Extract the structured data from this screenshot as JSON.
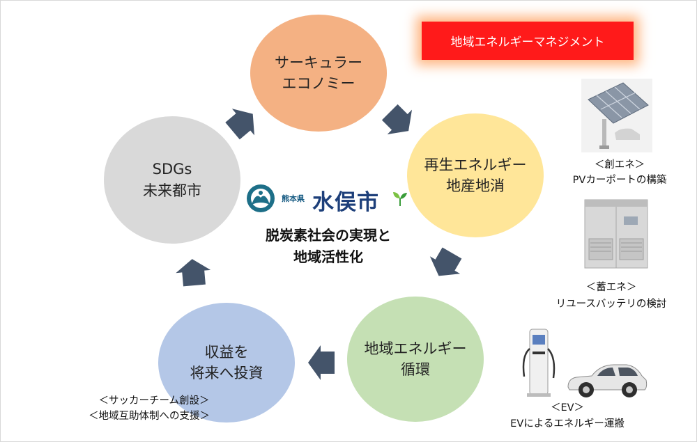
{
  "management_label": "地域エネルギーマネジメント",
  "cycle_nodes": [
    {
      "label": "サーキュラー\nエコノミー",
      "color": "#f4b183"
    },
    {
      "label": "再生エネルギー\n地産地消",
      "color": "#ffe699"
    },
    {
      "label": "地域エネルギー\n循環",
      "color": "#c5e0b4"
    },
    {
      "label": "収益を\n将来へ投資",
      "color": "#b4c7e7"
    },
    {
      "label": "SDGs\n未来都市",
      "color": "#d9d9d9"
    }
  ],
  "arrow_color": "#44546a",
  "city": {
    "prefecture": "熊本県",
    "name": "水俣市"
  },
  "center_text": {
    "line1": "脱炭素社会の実現と",
    "line2": "地域活性化"
  },
  "captions": {
    "create_tag": "＜創エネ＞",
    "create_desc": "PVカーポートの構築",
    "storage_tag": "＜蓄エネ＞",
    "storage_desc": "リユースバッテリの検討",
    "ev_tag": "＜EV＞",
    "ev_desc": "EVによるエネルギー運搬",
    "soccer": "＜サッカーチーム創設＞",
    "mutual_aid": "＜地域互助体制への支援＞"
  },
  "icons": {
    "solar": "solar-carport-icon",
    "battery": "battery-cabinet-icon",
    "charger": "ev-charger-icon",
    "car": "ev-car-icon",
    "logo": "city-emblem-icon",
    "leaf": "leaf-icon"
  }
}
